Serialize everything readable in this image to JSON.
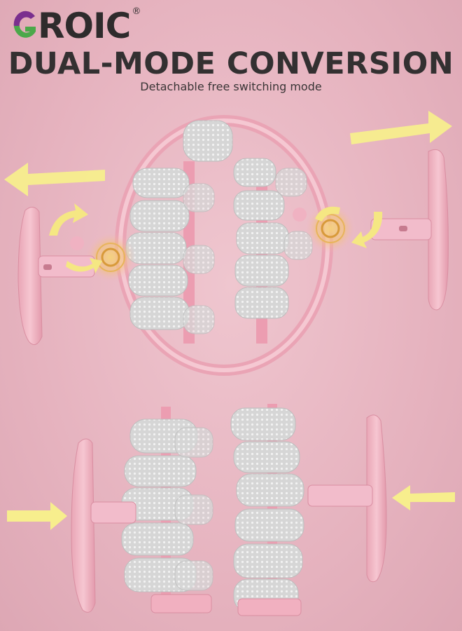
{
  "brand": {
    "letter_g": "G",
    "letter_rest": "ROIC",
    "registered": "®",
    "colors": {
      "g_top": "#7a2f8e",
      "g_bottom": "#4ba84a",
      "text": "#2e2b2c"
    }
  },
  "headline": "DUAL-MODE CONVERSION",
  "subline": "Detachable free switching mode",
  "colors": {
    "background": "#e8b8c3",
    "product_pink": "#f0b7c4",
    "roller_gray": "#d9d9d9",
    "arrow_yellow": "#f7ee8d"
  }
}
